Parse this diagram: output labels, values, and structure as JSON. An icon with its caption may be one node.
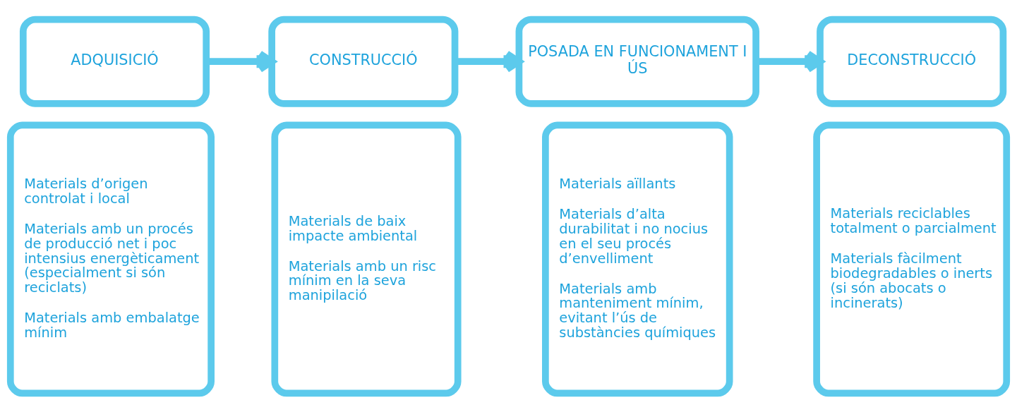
{
  "diagram": {
    "nodes": [
      {
        "text": [
          "ADQUISICIÓ"
        ]
      },
      {
        "text": [
          "CONSTRUCCIÓ"
        ]
      },
      {
        "text": [
          "POSADA EN FUNCIONAMENT I ÚS"
        ]
      },
      {
        "text": [
          "DECONSTRUCCIÓ"
        ]
      },
      {
        "text": [
          "Materials d’origen controlat i local",
          "Materials amb un procés de producció net i poc intensius energèticament (especialment si són reciclats)",
          "Materials amb embalatge mínim"
        ]
      },
      {
        "text": [
          "Materials de baix impacte ambiental",
          "Materials amb un risc mínim en la seva manipilació"
        ]
      },
      {
        "text": [
          "Materials aïllants",
          "Materials d’alta durabilitat i no nocius en el seu procés d’envelliment",
          "Materials amb manteniment mínim, evitant l’ús de substàncies químiques"
        ]
      },
      {
        "text": [
          "Materials reciclables totalment o parcialment",
          "Materials fàcilment biodegradables o inerts (si són abocats o incinerats)"
        ]
      }
    ],
    "edges": [
      {
        "from": 0,
        "to": 1,
        "arrow": "to"
      },
      {
        "from": 1,
        "to": 2,
        "arrow": "to"
      },
      {
        "from": 2,
        "to": 3,
        "arrow": "to"
      }
    ]
  }
}
